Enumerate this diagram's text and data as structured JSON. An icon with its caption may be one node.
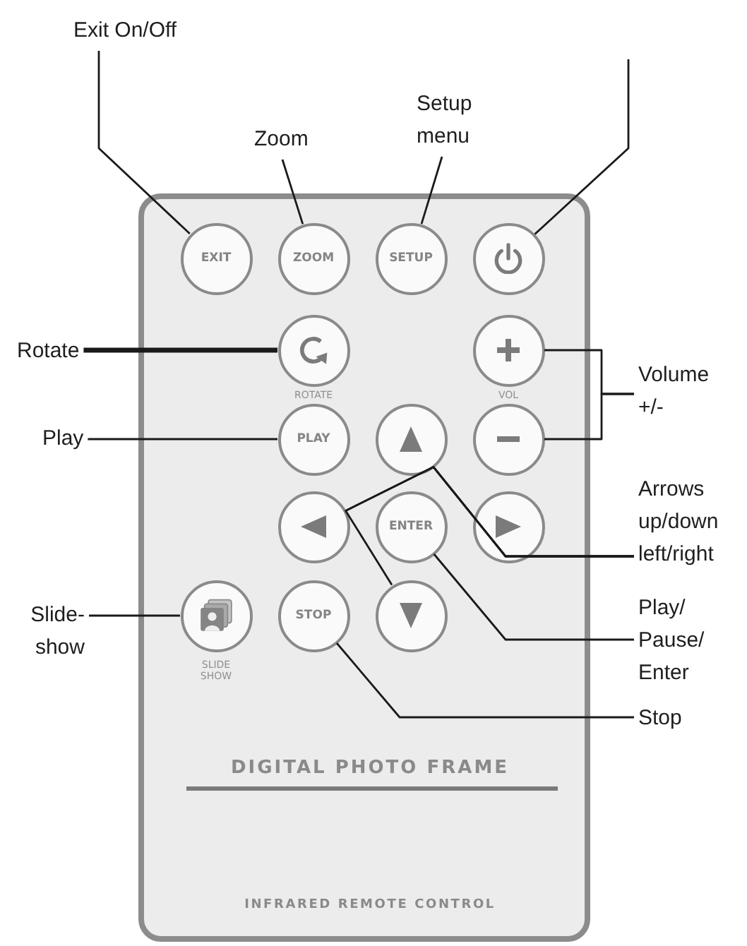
{
  "diagram": {
    "nodes": [
      {
        "text": [
          "Exit On/Off"
        ]
      },
      {
        "text": [
          "Zoom"
        ]
      },
      {
        "text": [
          "Setup menu"
        ]
      },
      {
        "text": [
          "DIGITAL PHOTO FRAME",
          "INFRARED REMOTE CONTROL"
        ]
      },
      {
        "text": [
          "EXIT"
        ],
        "in": 3
      },
      {
        "text": [
          "ZOOM"
        ],
        "in": 3
      },
      {
        "text": [
          "SETUP"
        ],
        "in": 3
      },
      {
        "text": [],
        "shape": "circle",
        "in": 3
      },
      {
        "text": [
          "Rotate"
        ]
      },
      {
        "text": [],
        "shape": "circle",
        "in": 3,
        "beside": [
          "ROTATE"
        ]
      },
      {
        "text": [],
        "shape": "circle",
        "in": 3,
        "beside": [
          "VOL"
        ]
      },
      {
        "text": [
          "Volume +/-"
        ]
      },
      {
        "text": [
          "Play"
        ]
      },
      {
        "text": [
          "PLAY"
        ],
        "in": 3
      },
      {
        "text": [],
        "shape": "circle",
        "in": 3
      },
      {
        "text": [],
        "shape": "circle",
        "in": 3
      },
      {
        "text": [],
        "shape": "circle",
        "in": 3
      },
      {
        "text": [
          "ENTER"
        ],
        "in": 3
      },
      {
        "text": [],
        "shape": "circle",
        "in": 3
      },
      {
        "text": [
          "Arrows up/down left/right"
        ]
      },
      {
        "text": [
          "Slide- show"
        ]
      },
      {
        "text": [],
        "shape": "circle",
        "in": 3,
        "beside": [
          "SLIDE SHOW"
        ]
      },
      {
        "text": [
          "STOP"
        ],
        "in": 3
      },
      {
        "text": [],
        "shape": "circle",
        "in": 3
      },
      {
        "text": [
          "Play/ Pause/ Enter"
        ]
      },
      {
        "text": [
          "Stop"
        ]
      }
    ],
    "edges": [
      {
        "from": 0,
        "to": 4,
        "arrow": "none"
      },
      {
        "from": null,
        "to": 7,
        "arrow": "none"
      },
      {
        "from": 1,
        "to": 5,
        "arrow": "none"
      },
      {
        "from": 2,
        "to": 6,
        "arrow": "none"
      },
      {
        "from": 8,
        "to": 9,
        "arrow": "none",
        "style": "thick"
      },
      {
        "from": 11,
        "to": 10,
        "arrow": "none"
      },
      {
        "from": 11,
        "to": 15,
        "arrow": "none"
      },
      {
        "from": 12,
        "to": 13,
        "arrow": "none"
      },
      {
        "from": 19,
        "to": 14,
        "arrow": "none"
      },
      {
        "from": 19,
        "to": 16,
        "arrow": "none"
      },
      {
        "from": 19,
        "to": 18,
        "arrow": "none"
      },
      {
        "from": 19,
        "to": 23,
        "arrow": "none"
      },
      {
        "from": 20,
        "to": 21,
        "arrow": "none"
      },
      {
        "from": 24,
        "to": 17,
        "arrow": "none"
      },
      {
        "from": 25,
        "to": 22,
        "arrow": "none"
      }
    ]
  }
}
